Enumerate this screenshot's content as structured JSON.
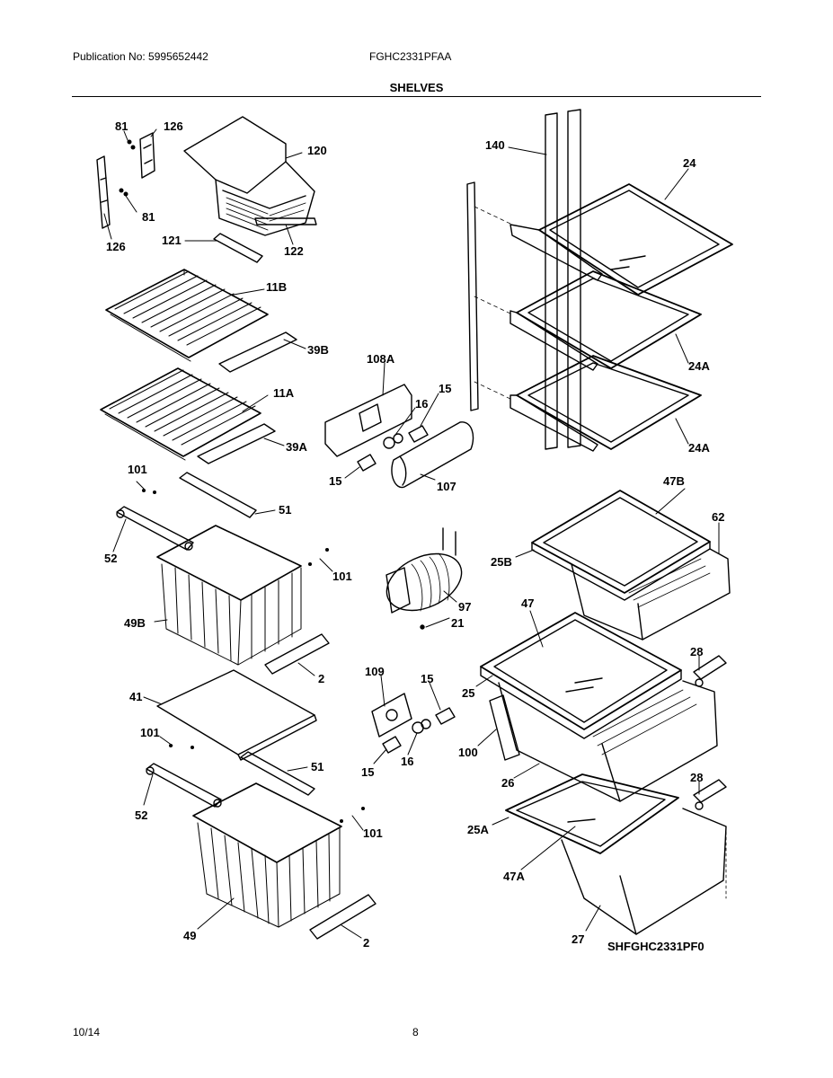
{
  "header": {
    "publication": "Publication No: 5995652442",
    "model": "FGHC2331PFAA",
    "section_title": "SHELVES"
  },
  "diagram_code": "SHFGHC2331PF0",
  "footer": {
    "date": "10/14",
    "page": "8"
  },
  "callouts": {
    "c81a": "81",
    "c126a": "126",
    "c120": "120",
    "c81b": "81",
    "c126b": "126",
    "c121": "121",
    "c122": "122",
    "c11B": "11B",
    "c39B": "39B",
    "c11A": "11A",
    "c39A": "39A",
    "c108A": "108A",
    "c15a": "15",
    "c16a": "16",
    "c15b": "15",
    "c107": "107",
    "c140": "140",
    "c24": "24",
    "c24Aa": "24A",
    "c24Ab": "24A",
    "c101a": "101",
    "c51a": "51",
    "c52a": "52",
    "c101b": "101",
    "c49B": "49B",
    "c2a": "2",
    "c41": "41",
    "c101c": "101",
    "c51b": "51",
    "c52b": "52",
    "c101d": "101",
    "c49": "49",
    "c2b": "2",
    "c47B": "47B",
    "c62": "62",
    "c25B": "25B",
    "c97": "97",
    "c21": "21",
    "c47": "47",
    "c109": "109",
    "c15c": "15",
    "c25": "25",
    "c28a": "28",
    "c100": "100",
    "c15d": "15",
    "c16b": "16",
    "c26": "26",
    "c28b": "28",
    "c25A": "25A",
    "c47A": "47A",
    "c27": "27"
  }
}
